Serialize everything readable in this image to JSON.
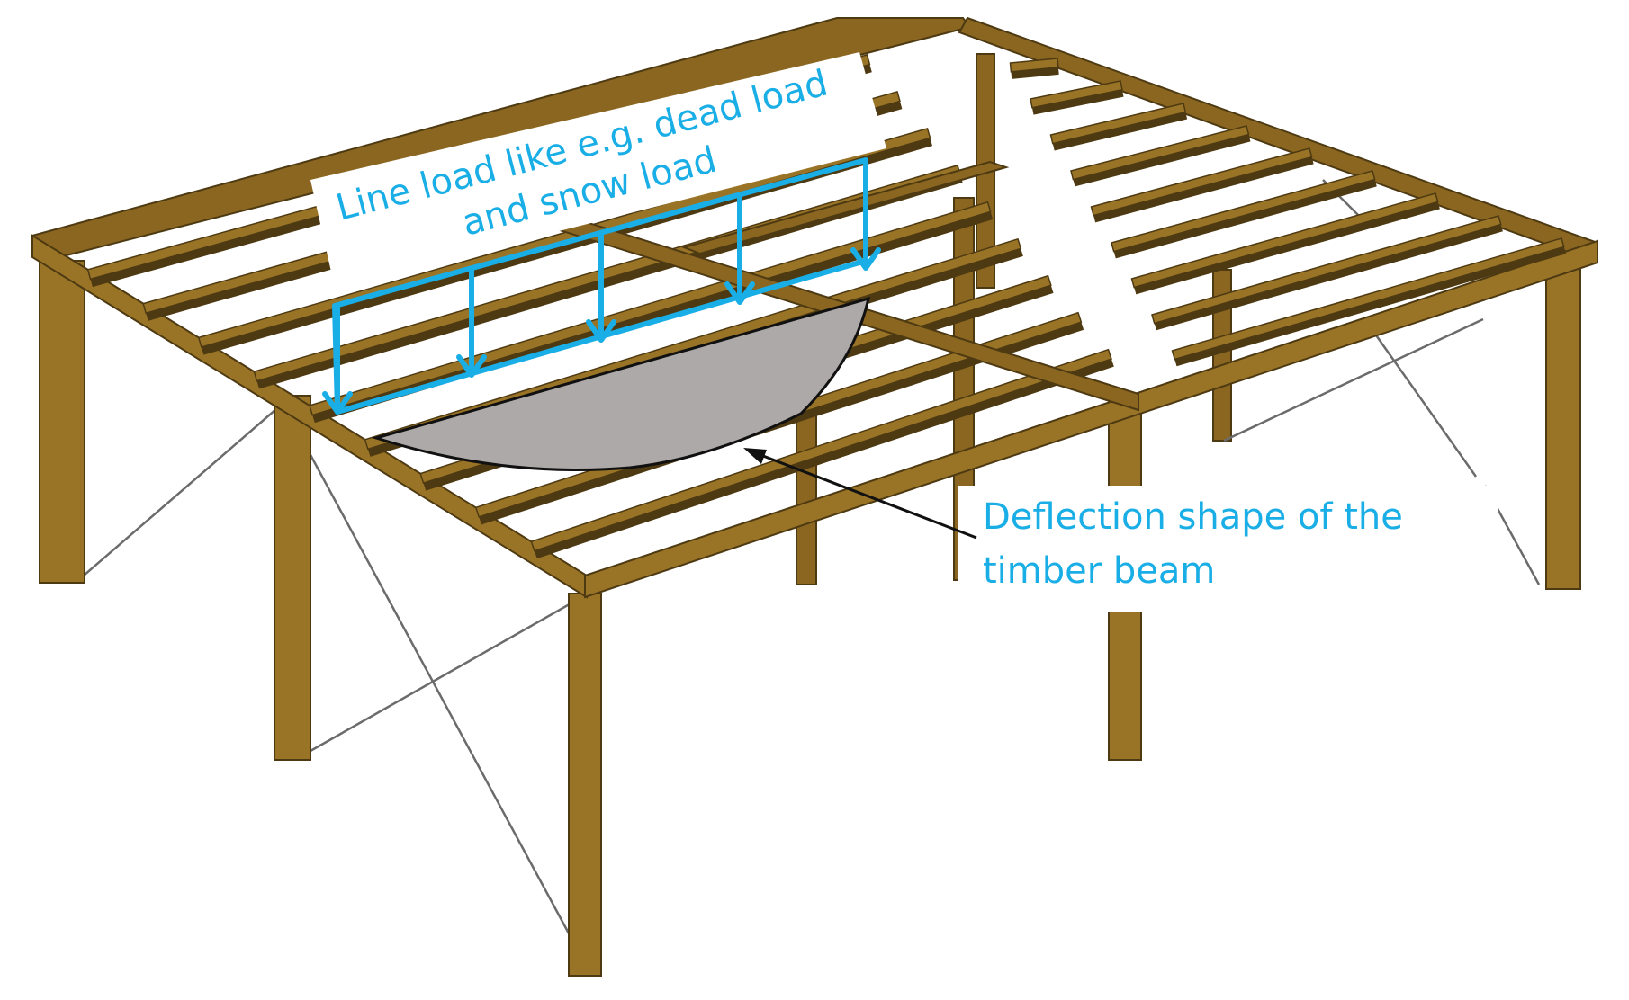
{
  "annotations": {
    "load_label_line1": "Line load like e.g. dead load",
    "load_label_line2": "and snow load",
    "deflection_label_line1": "Deflection shape of the",
    "deflection_label_line2": "timber beam"
  },
  "colors": {
    "load_blue": "#1aaee6",
    "timber_light": "#9a7426",
    "timber_mid": "#7c5c1c",
    "timber_dark": "#4e3a12",
    "deflection_fill": "#ada9a8",
    "brace_line": "#6b6b6b",
    "leader_line": "#111111"
  },
  "icons": {
    "load_arrow": "down-arrow-icon"
  }
}
